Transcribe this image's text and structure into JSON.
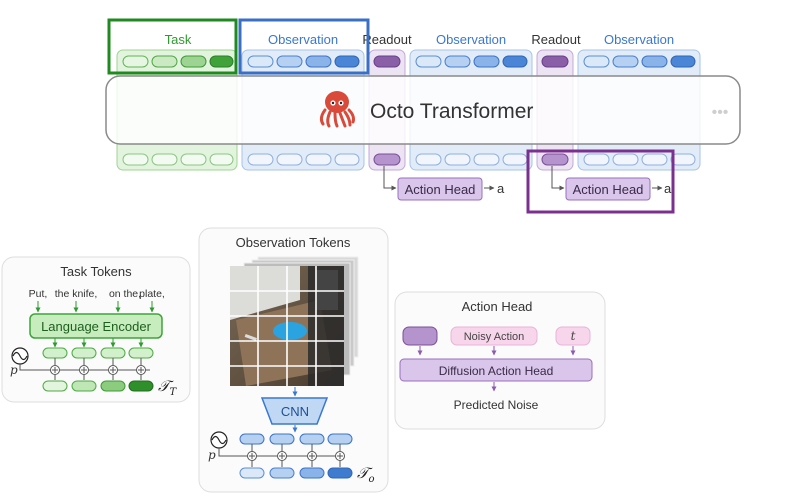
{
  "top": {
    "task_label": "Task",
    "observation_label": "Observation",
    "readout_label": "Readout",
    "transformer_title": "Octo Transformer",
    "action_head_label": "Action Head",
    "action_output": "a",
    "more_indicator": "•••"
  },
  "task_tokens": {
    "title": "Task Tokens",
    "words": [
      "Put,",
      "the knife,",
      "on the,",
      "plate,"
    ],
    "encoder_label": "Language Encoder",
    "position_symbol": "p",
    "tokens_symbol": "𝒯",
    "tokens_subscript": "T"
  },
  "observation_tokens": {
    "title": "Observation Tokens",
    "cnn_label": "CNN",
    "position_symbol": "p",
    "tokens_symbol": "𝒯",
    "tokens_subscript": "o"
  },
  "action_head_panel": {
    "title": "Action Head",
    "noisy_action_label": "Noisy Action",
    "time_symbol": "t",
    "diffusion_label": "Diffusion Action Head",
    "output_label": "Predicted Noise"
  },
  "colors": {
    "green": "#2e9b2e",
    "blue": "#3a78cf",
    "purple": "#7b3f98"
  },
  "icons": [
    "octopus-icon",
    "sine-wave-icon",
    "plus-icon",
    "arrow-icon"
  ]
}
